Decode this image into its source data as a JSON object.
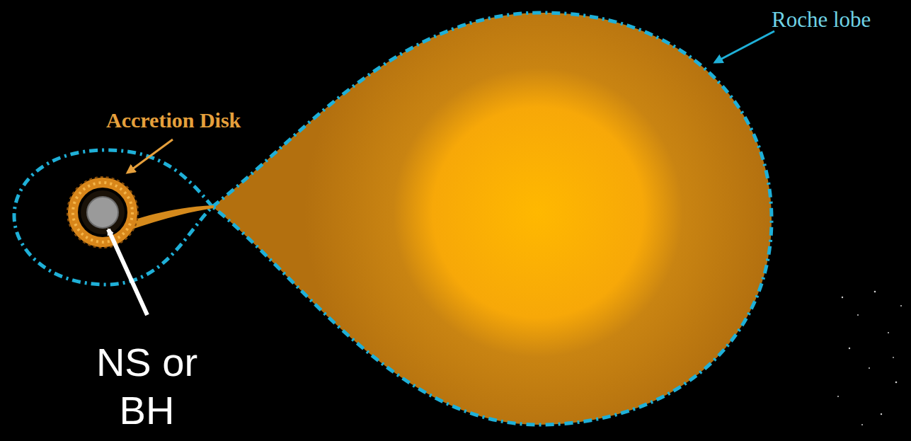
{
  "diagram": {
    "labels": [
      "Roche lobe",
      "Accretion Disk",
      "NS or BH"
    ]
  }
}
